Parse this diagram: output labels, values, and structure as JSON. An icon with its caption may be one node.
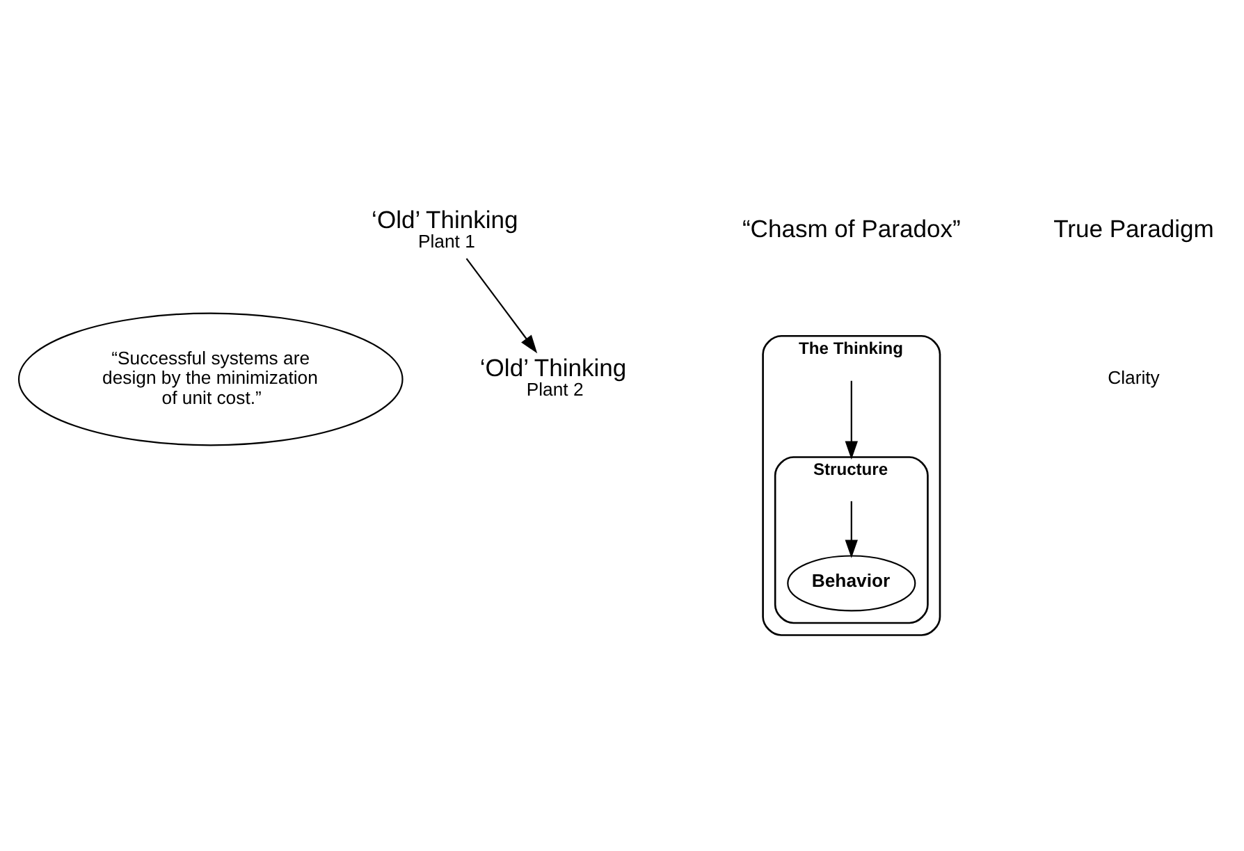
{
  "diagram": {
    "nodes": [
      {
        "text": [
          "‘Old’ Thinking",
          "Plant 1"
        ]
      },
      {
        "text": [
          "The Thinking"
        ]
      },
      {
        "text": [
          "Structure"
        ],
        "in": 1
      },
      {
        "text": [
          "Behavior"
        ],
        "in": 2
      },
      {
        "text": [
          "“Successful systems are design by the minimization of unit cost.”"
        ]
      },
      {
        "text": [
          "‘Old’ Thinking",
          "Plant 2"
        ]
      }
    ],
    "edges": [
      {
        "from": 0,
        "to": 5,
        "arrow": "to"
      },
      {
        "from": 1,
        "to": 2,
        "arrow": "to"
      },
      {
        "from": 2,
        "to": 3,
        "arrow": "to"
      }
    ],
    "labels": [
      "“Chasm of Paradox”",
      "True Paradigm",
      "Clarity"
    ]
  }
}
